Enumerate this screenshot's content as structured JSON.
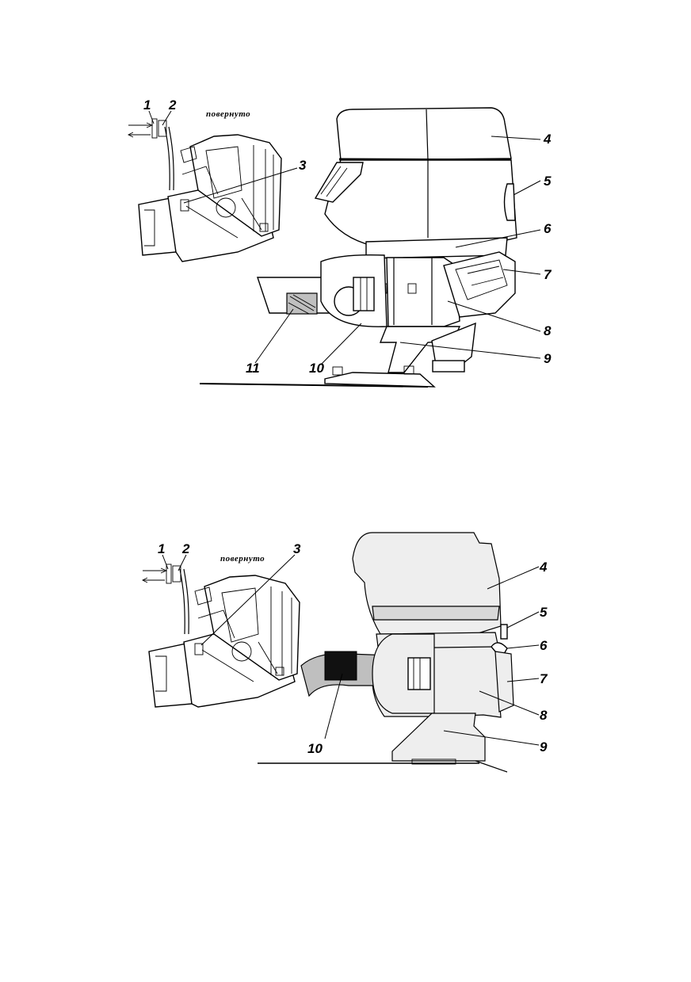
{
  "figures": [
    {
      "rotated_label": "повернуто",
      "callouts": [
        "1",
        "2",
        "3",
        "4",
        "5",
        "6",
        "7",
        "8",
        "9",
        "10",
        "11"
      ]
    },
    {
      "rotated_label": "повернуто",
      "callouts": [
        "1",
        "2",
        "3",
        "4",
        "5",
        "6",
        "7",
        "8",
        "9",
        "10"
      ]
    }
  ]
}
